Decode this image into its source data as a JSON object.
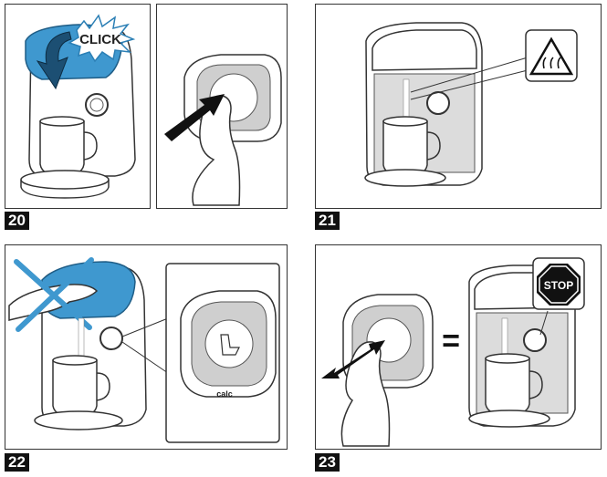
{
  "steps": [
    {
      "number": "20",
      "callout": "CLICK"
    },
    {
      "number": "21"
    },
    {
      "number": "22",
      "button_text": "calc"
    },
    {
      "number": "23",
      "sign": "STOP",
      "equals": "="
    }
  ],
  "colors": {
    "accent_blue": "#3f98cf",
    "outline": "#333333",
    "label_bg": "#111111"
  },
  "icons": [
    "hot-surface-warning-icon",
    "stop-sign-icon",
    "forbidden-cross-icon",
    "push-arrow-icon",
    "double-arrow-icon"
  ]
}
